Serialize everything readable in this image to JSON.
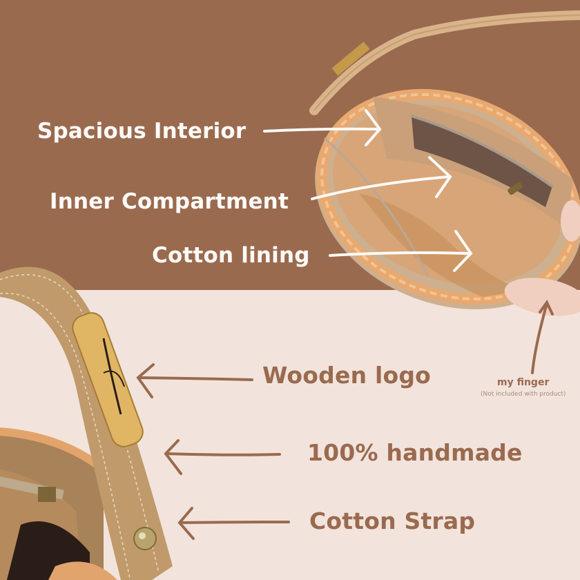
{
  "colors": {
    "top_background": "#9a6a4f",
    "bottom_background": "#f2e4dc",
    "white_text": "#fdfaf7",
    "brown_text": "#9a6a4f"
  },
  "top_callouts": [
    {
      "label": "Spacious Interior"
    },
    {
      "label": "Inner Compartment"
    },
    {
      "label": "Cotton lining"
    }
  ],
  "bottom_callouts": [
    {
      "label": "Wooden logo"
    },
    {
      "label": "100% handmade"
    },
    {
      "label": "Cotton Strap"
    }
  ],
  "finger_note": {
    "title": "my finger",
    "subtitle": "(Not included with product)"
  }
}
